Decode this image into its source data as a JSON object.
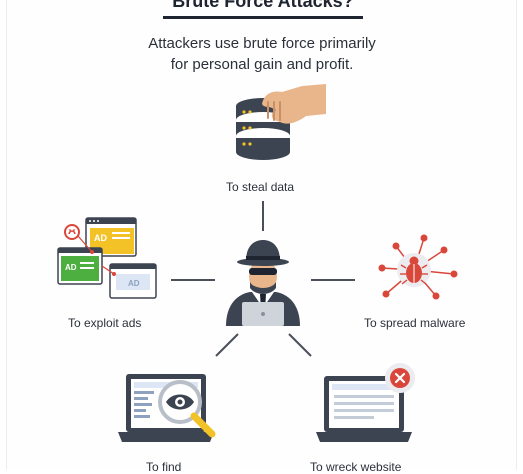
{
  "diagram": {
    "title": "Brute Force Attacks?",
    "subtitle_line1": "Attackers use brute force primarily",
    "subtitle_line2": "for personal gain and profit.",
    "nodes": {
      "steal_data": "To steal data",
      "exploit_ads": "To exploit ads",
      "spread_malware": "To spread malware",
      "find": "To find",
      "wreck_website": "To wreck website"
    },
    "ad_label": "AD",
    "colors": {
      "dark": "#3d4451",
      "accent_red": "#d9473b",
      "ad_yellow": "#f3c227",
      "ad_green": "#4caf3f",
      "screen_blue": "#dce6f5",
      "skin": "#e9b58b"
    }
  }
}
